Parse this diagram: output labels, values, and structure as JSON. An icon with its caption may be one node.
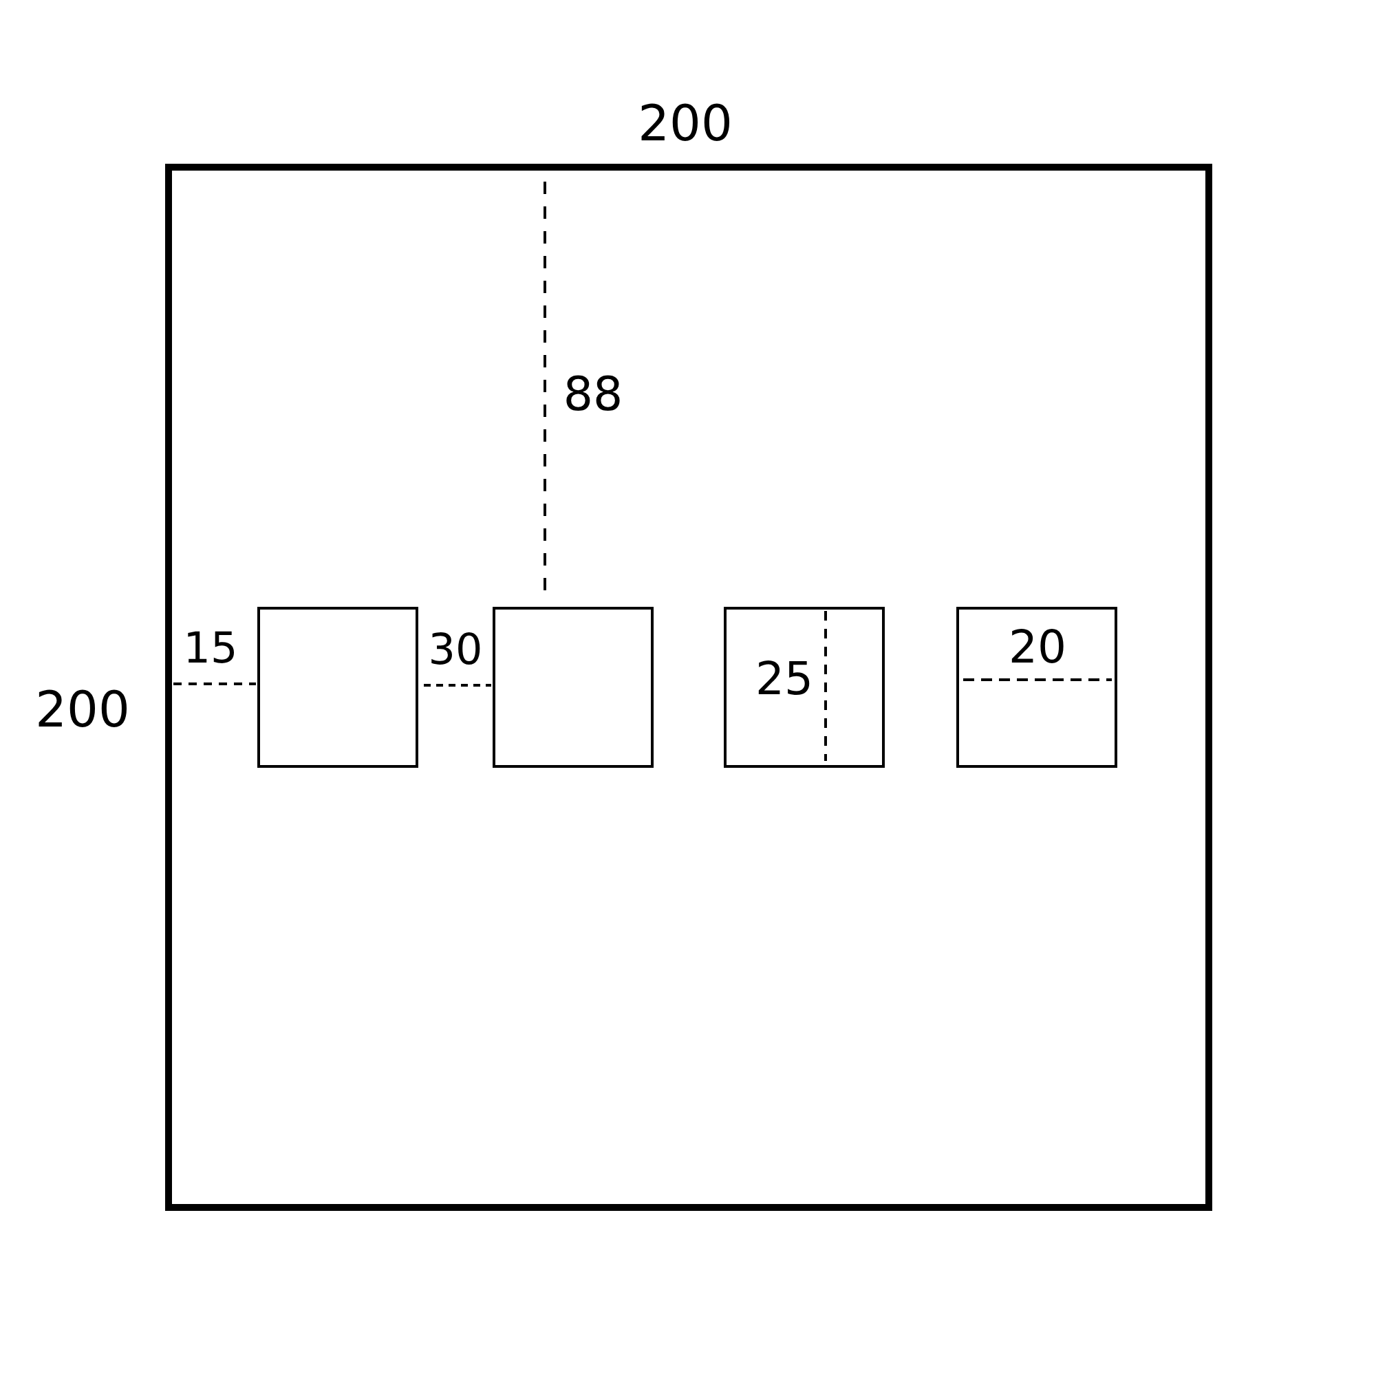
{
  "diagram": {
    "nodes": [
      {
        "text": [],
        "shape": "box"
      },
      {
        "text": [],
        "shape": "box",
        "in": 0
      },
      {
        "text": [],
        "shape": "box",
        "in": 0
      },
      {
        "text": [],
        "shape": "box",
        "in": 0
      },
      {
        "text": [],
        "shape": "box",
        "in": 0
      }
    ],
    "labels": [
      "200",
      "88",
      "15",
      "30",
      "25",
      "20",
      "200"
    ]
  }
}
